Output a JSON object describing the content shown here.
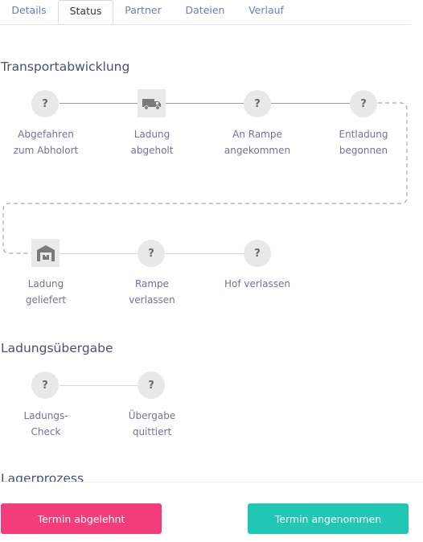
{
  "tabs": [
    "Details",
    "Status",
    "Partner",
    "Dateien",
    "Verlauf"
  ],
  "active_tab": "Status",
  "sections": {
    "transport": {
      "title": "Transportabwicklung",
      "steps": [
        {
          "label1": "Abgefahren",
          "label2": "zum Abholort",
          "icon": "question",
          "glyph": "?"
        },
        {
          "label1": "Ladung",
          "label2": "abgeholt",
          "icon": "truck-icon",
          "glyph": ""
        },
        {
          "label1": "An Rampe",
          "label2": "angekommen",
          "icon": "question",
          "glyph": "?"
        },
        {
          "label1": "Entladung",
          "label2": "begonnen",
          "icon": "question",
          "glyph": "?"
        },
        {
          "label1": "Ladung",
          "label2": "geliefert",
          "icon": "warehouse-icon",
          "glyph": ""
        },
        {
          "label1": "Rampe",
          "label2": "verlassen",
          "icon": "question",
          "glyph": "?"
        },
        {
          "label1": "Hof verlassen",
          "label2": "",
          "icon": "question",
          "glyph": "?"
        }
      ]
    },
    "handover": {
      "title": "Ladungsübergabe",
      "steps": [
        {
          "label1": "Ladungs-",
          "label2": "Check",
          "icon": "question",
          "glyph": "?"
        },
        {
          "label1": "Übergabe",
          "label2": "quittiert",
          "icon": "question",
          "glyph": "?"
        }
      ]
    },
    "warehouse": {
      "title": "Lagerprozess"
    }
  },
  "footer": {
    "reject_label": "Termin abgelehnt",
    "accept_label": "Termin angenommen",
    "reject_color": "#f23d7a",
    "accept_color": "#1fc7b4"
  }
}
